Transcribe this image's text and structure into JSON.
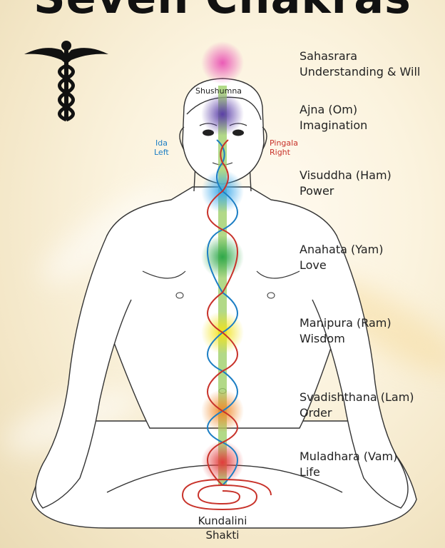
{
  "title": "Seven Chakras",
  "labels": {
    "shushumna": "Shushumna",
    "ida": "Ida",
    "ida_sub": "Left",
    "pingala": "Pingala",
    "pingala_sub": "Right",
    "kundalini": "Kundalini",
    "shakti": "Shakti"
  },
  "chakras": [
    {
      "name": "Sahasrara",
      "quality": "Understanding & Will",
      "color": "#ea5bb6"
    },
    {
      "name": "Ajna (Om)",
      "quality": "Imagination",
      "color": "#5b3fa8"
    },
    {
      "name": "Visuddha (Ham)",
      "quality": "Power",
      "color": "#3aa8ea"
    },
    {
      "name": "Anahata (Yam)",
      "quality": "Love",
      "color": "#2fa84a"
    },
    {
      "name": "Manipura (Ram)",
      "quality": "Wisdom",
      "color": "#f2e21a"
    },
    {
      "name": "Svadishthana (Lam)",
      "quality": "Order",
      "color": "#f08a2a"
    },
    {
      "name": "Muladhara (Vam)",
      "quality": "Life",
      "color": "#e23b3b"
    }
  ],
  "colors": {
    "ida": "#1c7ec4",
    "pingala": "#c8322a",
    "shushumna": "#9fd06a",
    "outline": "#333333"
  }
}
